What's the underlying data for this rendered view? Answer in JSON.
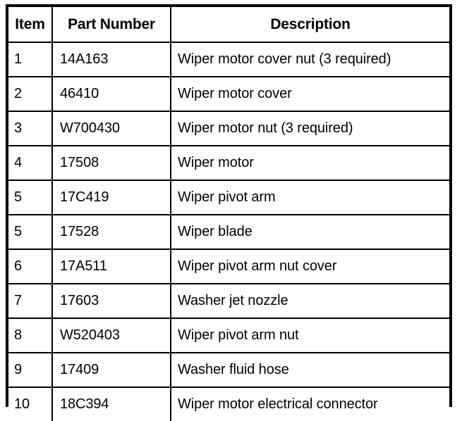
{
  "table": {
    "columns": [
      "Item",
      "Part Number",
      "Description"
    ],
    "rows": [
      {
        "item": "1",
        "part_number": "14A163",
        "description": "Wiper motor cover nut (3 required)"
      },
      {
        "item": "2",
        "part_number": "46410",
        "description": "Wiper motor cover"
      },
      {
        "item": "3",
        "part_number": "W700430",
        "description": "Wiper motor nut (3 required)"
      },
      {
        "item": "4",
        "part_number": "17508",
        "description": "Wiper motor"
      },
      {
        "item": "5",
        "part_number": "17C419",
        "description": "Wiper pivot arm"
      },
      {
        "item": "5",
        "part_number": "17528",
        "description": "Wiper blade"
      },
      {
        "item": "6",
        "part_number": "17A511",
        "description": "Wiper pivot arm nut cover"
      },
      {
        "item": "7",
        "part_number": "17603",
        "description": "Washer jet nozzle"
      },
      {
        "item": "8",
        "part_number": "W520403",
        "description": "Wiper pivot arm nut"
      },
      {
        "item": "9",
        "part_number": "17409",
        "description": "Washer fluid hose"
      },
      {
        "item": "10",
        "part_number": "18C394",
        "description": "Wiper motor electrical connector"
      }
    ]
  },
  "colors": {
    "border": "#000000",
    "background": "#ffffff",
    "text": "#000000"
  }
}
